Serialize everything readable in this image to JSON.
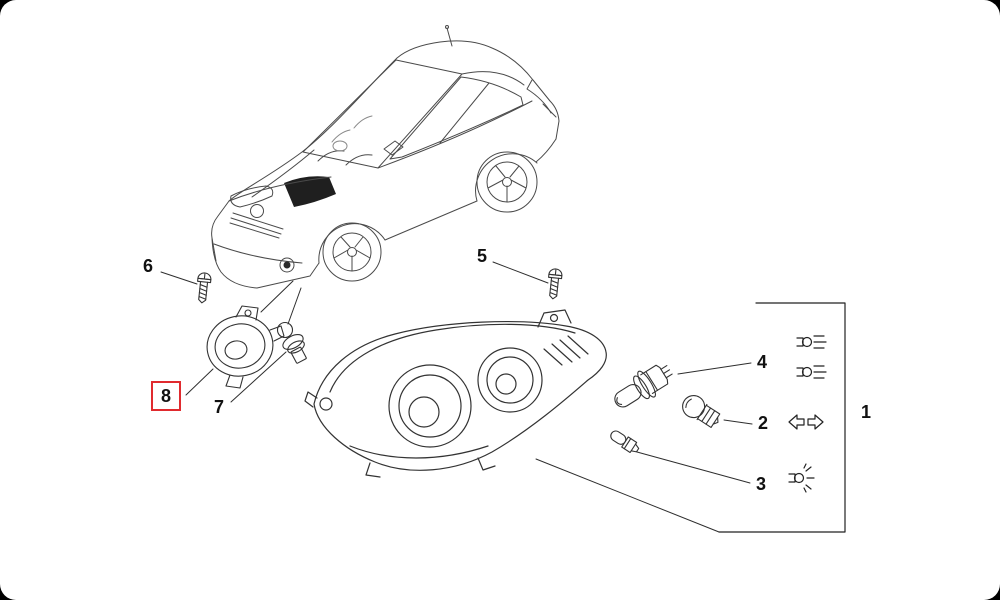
{
  "page": {
    "outer_background_color": "#000000",
    "canvas_color": "#ffffff",
    "part_line_color": "#333333",
    "car_line_color": "#4a4a4a",
    "highlight_color": "#e02a2e"
  },
  "labels": [
    {
      "text": "6",
      "selected": false
    },
    {
      "text": "5",
      "selected": false
    },
    {
      "text": "8",
      "selected": true
    },
    {
      "text": "7",
      "selected": false
    },
    {
      "text": "4",
      "selected": false
    },
    {
      "text": "2",
      "selected": false
    },
    {
      "text": "3",
      "selected": false
    },
    {
      "text": "1",
      "selected": false
    }
  ],
  "figures": [
    "car-wireframe-illustration",
    "mounting-screw-drawing-6",
    "mounting-screw-drawing-5",
    "fog-lamp-drawing",
    "fog-lamp-bulb-drawing",
    "headlamp-assembly-drawing",
    "halogen-bulb-drawing",
    "bayonet-bulb-drawing",
    "wedge-bulb-drawing",
    "bulb-functions-bracket"
  ],
  "icons": [
    "high-beam-bulb-icon",
    "low-beam-bulb-icon",
    "turn-signal-arrows-icon",
    "position-lamp-icon"
  ]
}
